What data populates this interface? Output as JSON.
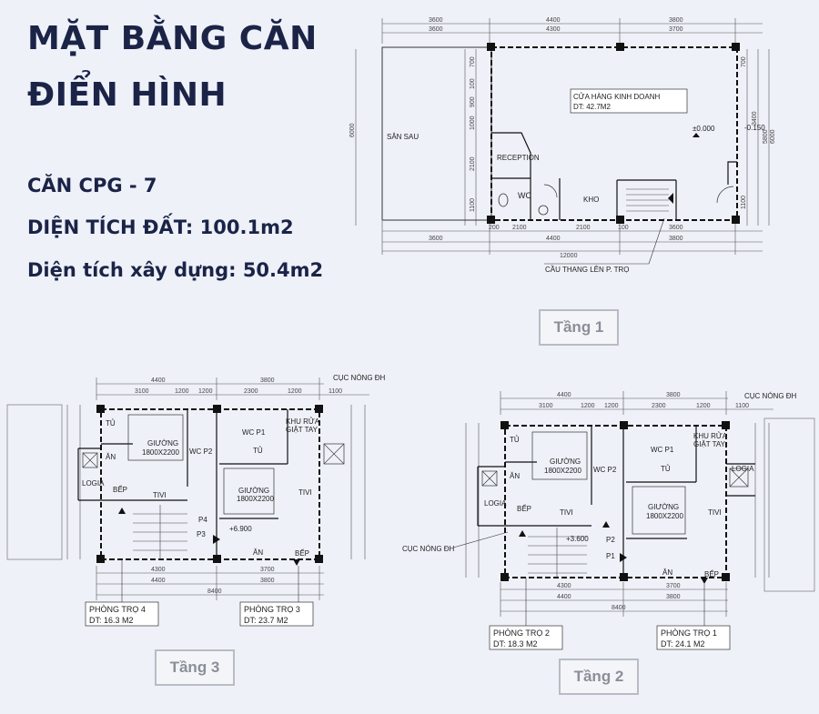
{
  "header": {
    "title_line1": "MẶT BẰNG CĂN",
    "title_line2": "ĐIỂN HÌNH"
  },
  "info": {
    "unit": "CĂN CPG - 7",
    "land_area": "DIỆN TÍCH ĐẤT: 100.1m2",
    "build_area": "Diện tích xây dựng: 50.4m2"
  },
  "floor1": {
    "label": "Tầng 1",
    "shop_name": "CỬA HÀNG KINH DOANH",
    "shop_area": "DT: 42.7M2",
    "backyard": "SÂN SAU",
    "reception": "RECEPTION",
    "wc": "WC",
    "storage": "KHO",
    "level_a": "±0.000",
    "level_b": "-0.150",
    "stair_note": "CẦU THANG LÊN P. TRỌ",
    "dims_top1": [
      "3600",
      "4400",
      "3800"
    ],
    "dims_top2": [
      "3600",
      "4300",
      "3700"
    ],
    "dims_bottom1": [
      "200",
      "2100",
      "2100",
      "100",
      "3600"
    ],
    "dims_bottom2": [
      "3600",
      "4400",
      "3800"
    ],
    "dim_total": "12000",
    "dims_left": [
      "6000",
      "2100",
      "1100",
      "1000",
      "900",
      "100",
      "700"
    ],
    "dims_right": [
      "3400",
      "5800",
      "6000",
      "700",
      "1100"
    ]
  },
  "floor3": {
    "label": "Tầng 3",
    "rooms": [
      "TỦ",
      "ĂN",
      "LOGIA",
      "BẾP",
      "TIVI",
      "GIƯỜNG",
      "1800X2200",
      "WC P2",
      "WC P1",
      "TỦ",
      "KHU RỬA",
      "GIẶT TAY",
      "GIƯỜNG",
      "1800X2200",
      "TIVI",
      "ĂN",
      "BẾP",
      "P4",
      "P3"
    ],
    "level": "+6.900",
    "hot_water": "CỤC NÓNG ĐH",
    "room4_name": "PHÒNG TRỌ 4",
    "room4_area": "DT: 16.3 M2",
    "room3_name": "PHÒNG TRỌ 3",
    "room3_area": "DT: 23.7 M2",
    "dims_top1": [
      "4400",
      "3800"
    ],
    "dims_top2": [
      "3100",
      "1200",
      "1200",
      "2300",
      "1200",
      "1100"
    ],
    "dims_bottom1": [
      "4300",
      "3700"
    ],
    "dims_bottom2": [
      "4400",
      "3800"
    ],
    "dim_total": "8400"
  },
  "floor2": {
    "label": "Tầng 2",
    "rooms": [
      "TỦ",
      "ĂN",
      "LOGIA",
      "BẾP",
      "TIVI",
      "GIƯỜNG",
      "1800X2200",
      "WC P2",
      "WC P1",
      "TỦ",
      "KHU RỬA",
      "GIẶT TAY",
      "LOGIA",
      "GIƯỜNG",
      "1800X2200",
      "TIVI",
      "ĂN",
      "BẾP",
      "P2",
      "P1"
    ],
    "level": "+3.600",
    "hot_water_top": "CỤC NÓNG ĐH",
    "hot_water_left": "CỤC NÓNG ĐH",
    "room2_name": "PHÒNG TRỌ 2",
    "room2_area": "DT: 18.3 M2",
    "room1_name": "PHÒNG TRỌ 1",
    "room1_area": "DT: 24.1 M2",
    "dims_top1": [
      "4400",
      "3800"
    ],
    "dims_top2": [
      "3100",
      "1200",
      "1200",
      "2300",
      "1200",
      "1100"
    ],
    "dims_bottom1": [
      "4300",
      "3700"
    ],
    "dims_bottom2": [
      "4400",
      "3800"
    ],
    "dim_total": "8400"
  }
}
